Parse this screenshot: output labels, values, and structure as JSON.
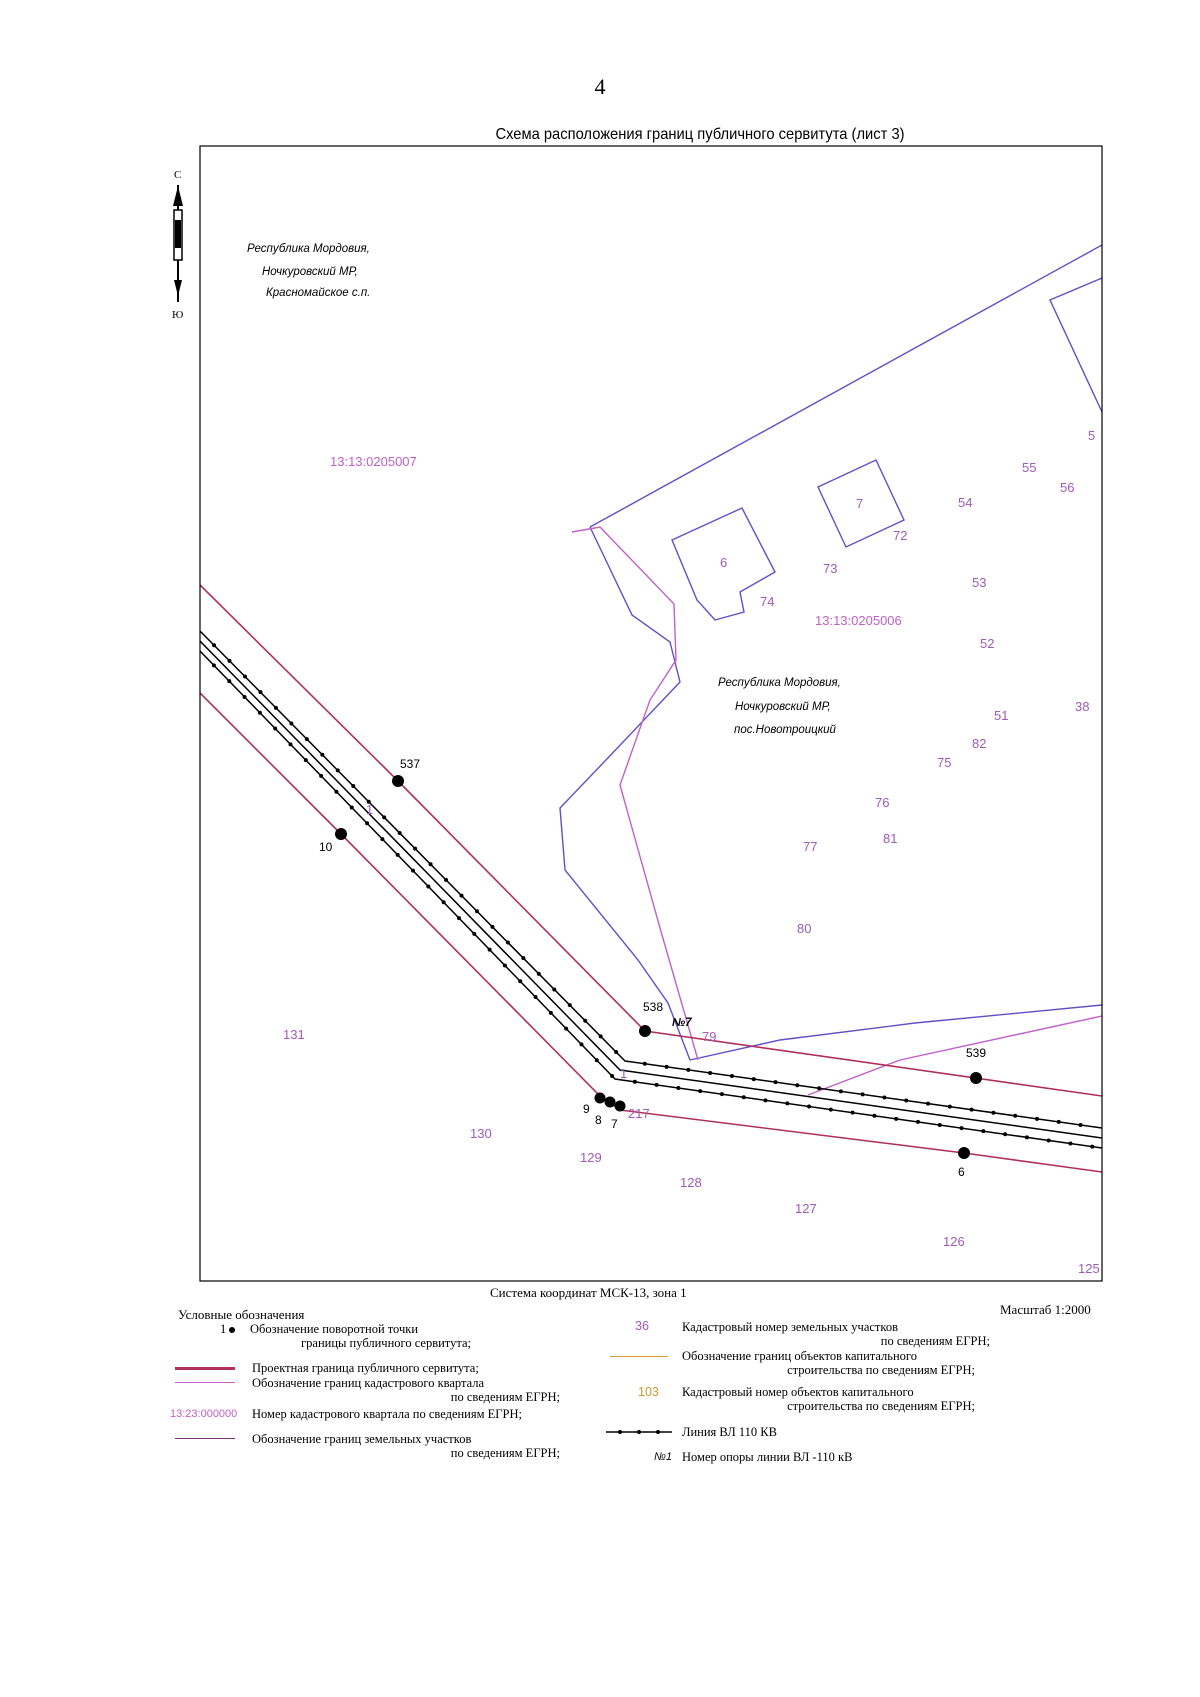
{
  "page": {
    "number": "4"
  },
  "map": {
    "title": "Схема расположения границ публичного сервитута (лист 3)",
    "compass": {
      "north": "С",
      "south": "Ю"
    },
    "region_1": {
      "line1": "Республика Мордовия,",
      "line2": "Ночкуровский МР,",
      "line3": "Красномайское с.п."
    },
    "region_2": {
      "line1": "Республика Мордовия,",
      "line2": "Ночкуровский МР,",
      "line3": "пос.Новотроицкий"
    },
    "quarters": {
      "q1": "13:13:0205007",
      "q2": "13:13:0205006"
    },
    "points": {
      "p537": "537",
      "p10": "10",
      "p538": "538",
      "p539": "539",
      "p9": "9",
      "p8": "8",
      "p7": "7",
      "p6": "6"
    },
    "pole": {
      "label": "№7"
    },
    "parcels": {
      "n55": "55",
      "n56": "56",
      "n54": "54",
      "n5": "5",
      "n7": "7",
      "n72": "72",
      "n6": "6",
      "n73": "73",
      "n74": "74",
      "n53": "53",
      "n52": "52",
      "n51": "51",
      "n38": "38",
      "n82": "82",
      "n75": "75",
      "n76": "76",
      "n81": "81",
      "n77": "77",
      "n80": "80",
      "n79": "79",
      "n131": "131",
      "n130": "130",
      "n129": "129",
      "n128": "128",
      "n127": "127",
      "n126": "126",
      "n125": "125",
      "n217": "217",
      "n1": "1",
      "n_r": "1"
    },
    "coord_system": "Система координат МСК-13, зона 1",
    "scale": "Масштаб 1:2000",
    "colors": {
      "frame": "#000000",
      "quarter": "#c060c8",
      "parcel": "#6050c8",
      "servitude": "#b0305a",
      "line": "#000000"
    }
  },
  "legend": {
    "title": "Условные обозначения",
    "items": {
      "turn_point_sym": "1",
      "turn_point_l1": "Обозначение поворотной точки",
      "turn_point_l2": "границы публичного сервитута;",
      "servitude_boundary": "Проектная граница публичного сервитута;",
      "quarter_boundary_l1": "Обозначение границ кадастрового квартала",
      "quarter_boundary_l2": "по сведениям ЕГРН;",
      "quarter_number_sym": "13:23:000000",
      "quarter_number": "Номер кадастрового квартала по сведениям ЕГРН;",
      "parcel_boundary_l1": "Обозначение границ земельных участков",
      "parcel_boundary_l2": "по сведениям ЕГРН;",
      "parcel_number_sym": "36",
      "parcel_number_l1": "Кадастровый номер земельных участков",
      "parcel_number_l2": "по сведениям ЕГРН;",
      "building_boundary_l1": "Обозначение границ объектов капитального",
      "building_boundary_l2": "строительства по сведениям ЕГРН;",
      "building_number_sym": "103",
      "building_number_l1": "Кадастровый номер объектов капитального",
      "building_number_l2": "строительства по сведениям ЕГРН;",
      "power_line": "Линия ВЛ 110 КВ",
      "pole_sym": "№1",
      "pole_number": "Номер опоры линии ВЛ -110 кВ"
    }
  }
}
